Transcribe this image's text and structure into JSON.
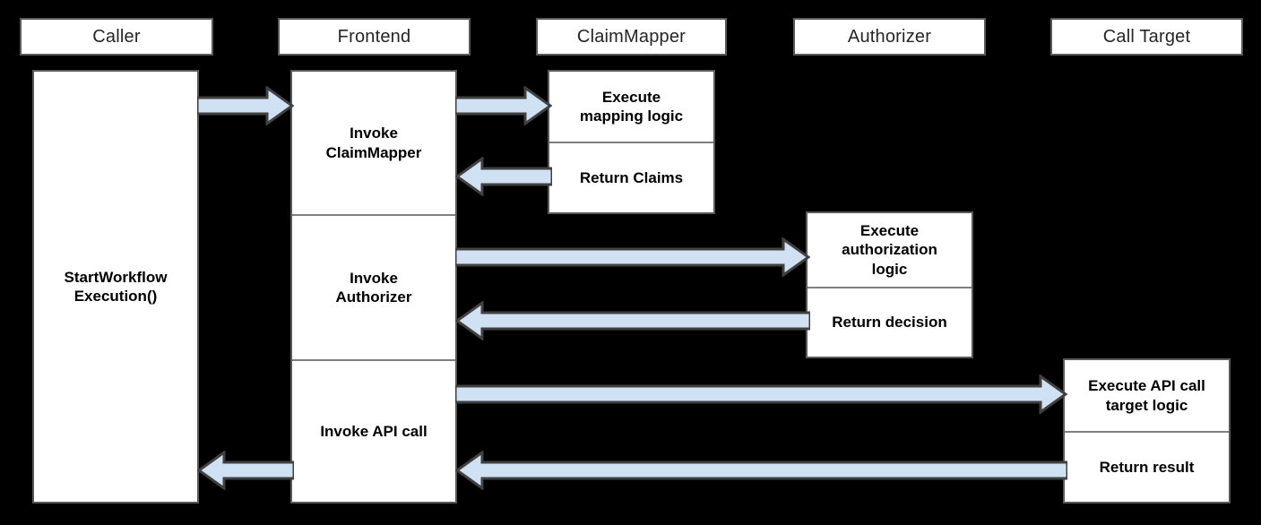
{
  "diagram": {
    "type": "sequence-diagram",
    "background_color": "#000000",
    "box_fill": "#ffffff",
    "box_border": "#595959",
    "arrow_fill": "#cfe1f2",
    "arrow_border": "#404040",
    "participants": [
      {
        "id": "caller",
        "label": "Caller"
      },
      {
        "id": "frontend",
        "label": "Frontend"
      },
      {
        "id": "claimmapper",
        "label": "ClaimMapper"
      },
      {
        "id": "authorizer",
        "label": "Authorizer"
      },
      {
        "id": "calltarget",
        "label": "Call Target"
      }
    ],
    "lifelines": {
      "caller": {
        "segments": [
          {
            "line1": "StartWorkflow",
            "line2": "Execution()"
          }
        ]
      },
      "frontend": {
        "segments": [
          {
            "line1": "Invoke",
            "line2": "ClaimMapper"
          },
          {
            "line1": "Invoke",
            "line2": "Authorizer"
          },
          {
            "line1": "Invoke API call",
            "line2": ""
          }
        ]
      },
      "claimmapper": {
        "segments": [
          {
            "line1": "Execute",
            "line2": "mapping logic"
          },
          {
            "line1": "Return Claims",
            "line2": ""
          }
        ]
      },
      "authorizer": {
        "segments": [
          {
            "line1": "Execute",
            "line2": "authorization",
            "line3": "logic"
          },
          {
            "line1": "Return decision",
            "line2": ""
          }
        ]
      },
      "calltarget": {
        "segments": [
          {
            "line1": "Execute API call",
            "line2": "target logic"
          },
          {
            "line1": "Return result",
            "line2": ""
          }
        ]
      }
    },
    "messages": [
      {
        "id": "m1",
        "from": "caller",
        "to": "frontend",
        "direction": "right",
        "label": ""
      },
      {
        "id": "m2",
        "from": "frontend",
        "to": "claimmapper",
        "direction": "right",
        "label": ""
      },
      {
        "id": "m3",
        "from": "claimmapper",
        "to": "frontend",
        "direction": "left",
        "label": ""
      },
      {
        "id": "m4",
        "from": "frontend",
        "to": "authorizer",
        "direction": "right",
        "label": ""
      },
      {
        "id": "m5",
        "from": "authorizer",
        "to": "frontend",
        "direction": "left",
        "label": ""
      },
      {
        "id": "m6",
        "from": "frontend",
        "to": "calltarget",
        "direction": "right",
        "label": ""
      },
      {
        "id": "m7",
        "from": "calltarget",
        "to": "frontend",
        "direction": "left",
        "label": ""
      },
      {
        "id": "m8",
        "from": "frontend",
        "to": "caller",
        "direction": "left",
        "label": ""
      }
    ]
  }
}
